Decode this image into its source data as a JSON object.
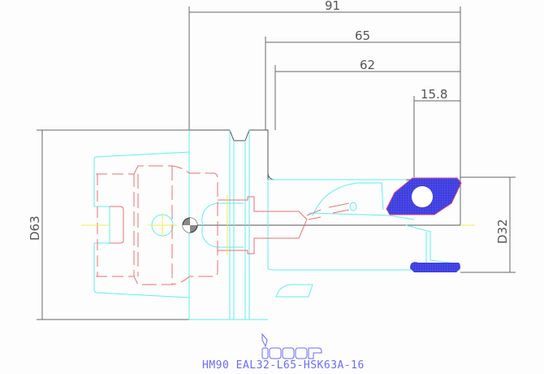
{
  "drawing": {
    "title": "HM90 EAL32-L65-HSK63A-16",
    "logo_text": "iscar",
    "dimensions": {
      "overall_length": "91",
      "length_65": "65",
      "length_62": "62",
      "insert_length": "15.8",
      "flange_diameter": "D63",
      "cutting_diameter": "D32"
    },
    "colors": {
      "outline": "#555555",
      "body": "#5ff0f0",
      "hidden": "#f07070",
      "insert": "#3a3adf",
      "centerline": "#f0f050",
      "title": "#6b6bff"
    }
  }
}
